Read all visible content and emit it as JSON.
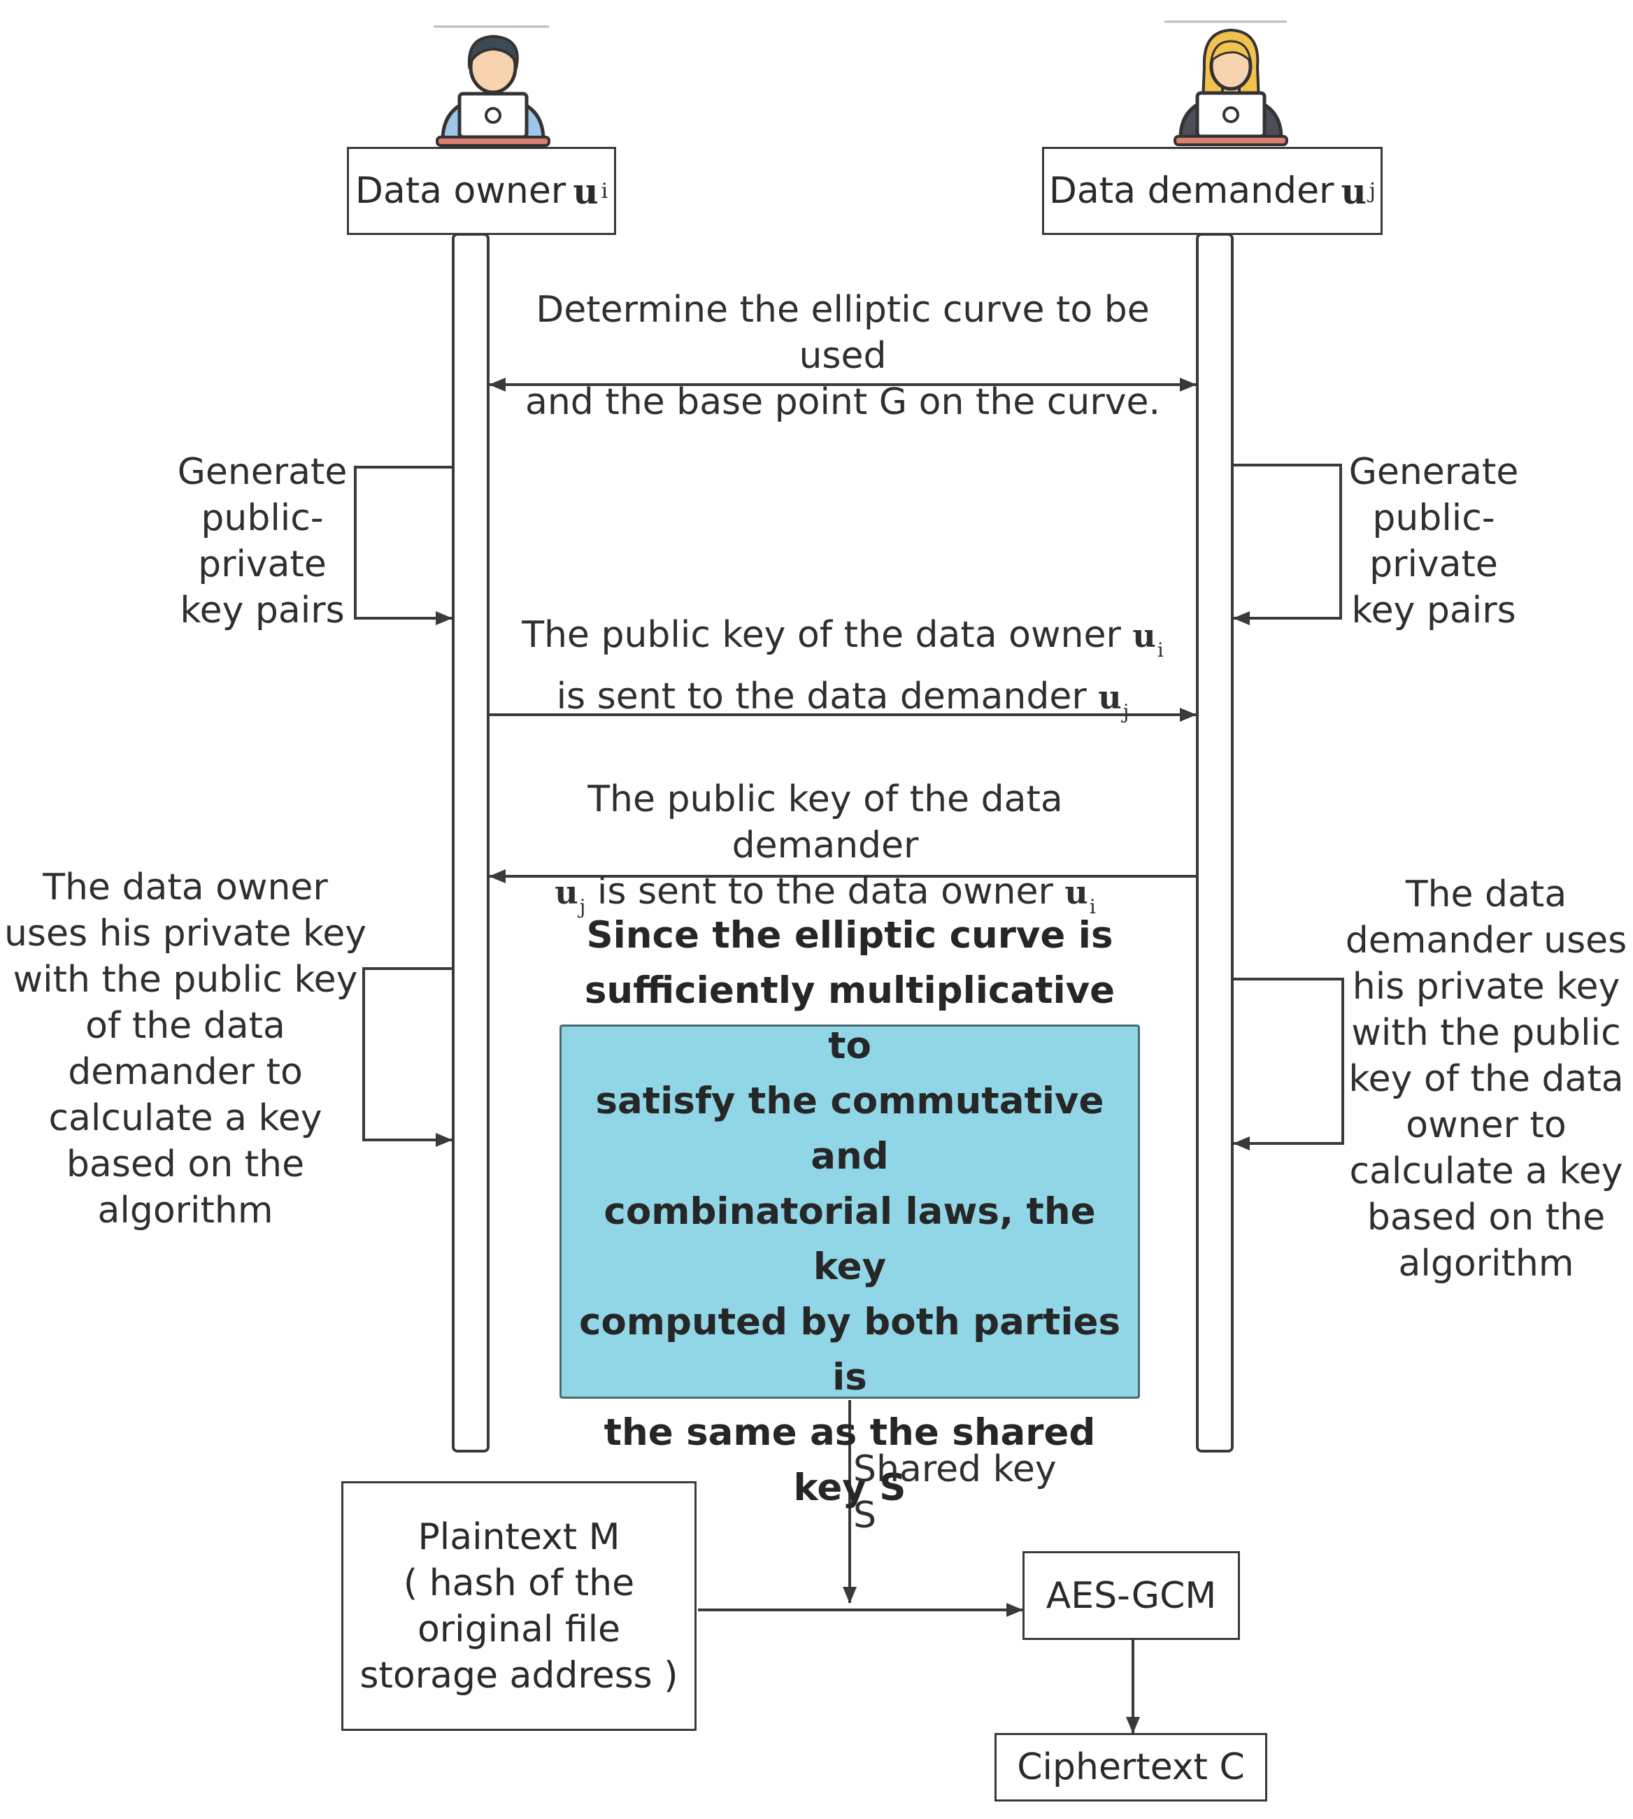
{
  "actors": {
    "owner": {
      "label": "Data owner",
      "var": "u",
      "sub": "i"
    },
    "demander": {
      "label": "Data demander",
      "var": "u",
      "sub": "j"
    }
  },
  "messages": {
    "curve": {
      "line1": "Determine the elliptic curve to be used",
      "line2": "and the base point G on the curve."
    },
    "owner_to_demander": {
      "line1_text": "The public key of the data owner",
      "line1_var": "u",
      "line1_sub": "i",
      "line2_text": "is sent to the data demander",
      "line2_var": "u",
      "line2_sub": "j"
    },
    "demander_to_owner": {
      "line1_text": "The public key of the  data demander",
      "line2_var1": "u",
      "line2_sub1": "j",
      "line2_text": "is sent to the  data owner",
      "line2_var2": "u",
      "line2_sub2": "i"
    }
  },
  "self_actions": {
    "owner_generate": [
      "Generate",
      "public-",
      "private",
      "key pairs"
    ],
    "demander_generate": [
      "Generate",
      "public-",
      "private",
      "key pairs"
    ],
    "owner_compute": [
      "The data owner",
      "uses his private key",
      "with the public key",
      "of the data",
      "demander to",
      "calculate a key",
      "based on the",
      "algorithm"
    ],
    "demander_compute": [
      "The data",
      "demander uses",
      "his private key",
      "with the public",
      "key of the data",
      "owner to",
      "calculate a key",
      "based on the",
      "algorithm"
    ]
  },
  "shared_box": {
    "lines": [
      "Since the elliptic curve is",
      "sufficiently multiplicative to",
      "satisfy the commutative and",
      "combinatorial laws, the key",
      "computed by both parties is",
      "the same as the shared key S"
    ],
    "color": "#91d6e6"
  },
  "shared_key_label": "Shared key S",
  "plaintext_box": [
    "Plaintext M",
    "( hash of the",
    "original file",
    "storage address )"
  ],
  "aes_box": "AES-GCM",
  "ciphertext_box": "Ciphertext C"
}
